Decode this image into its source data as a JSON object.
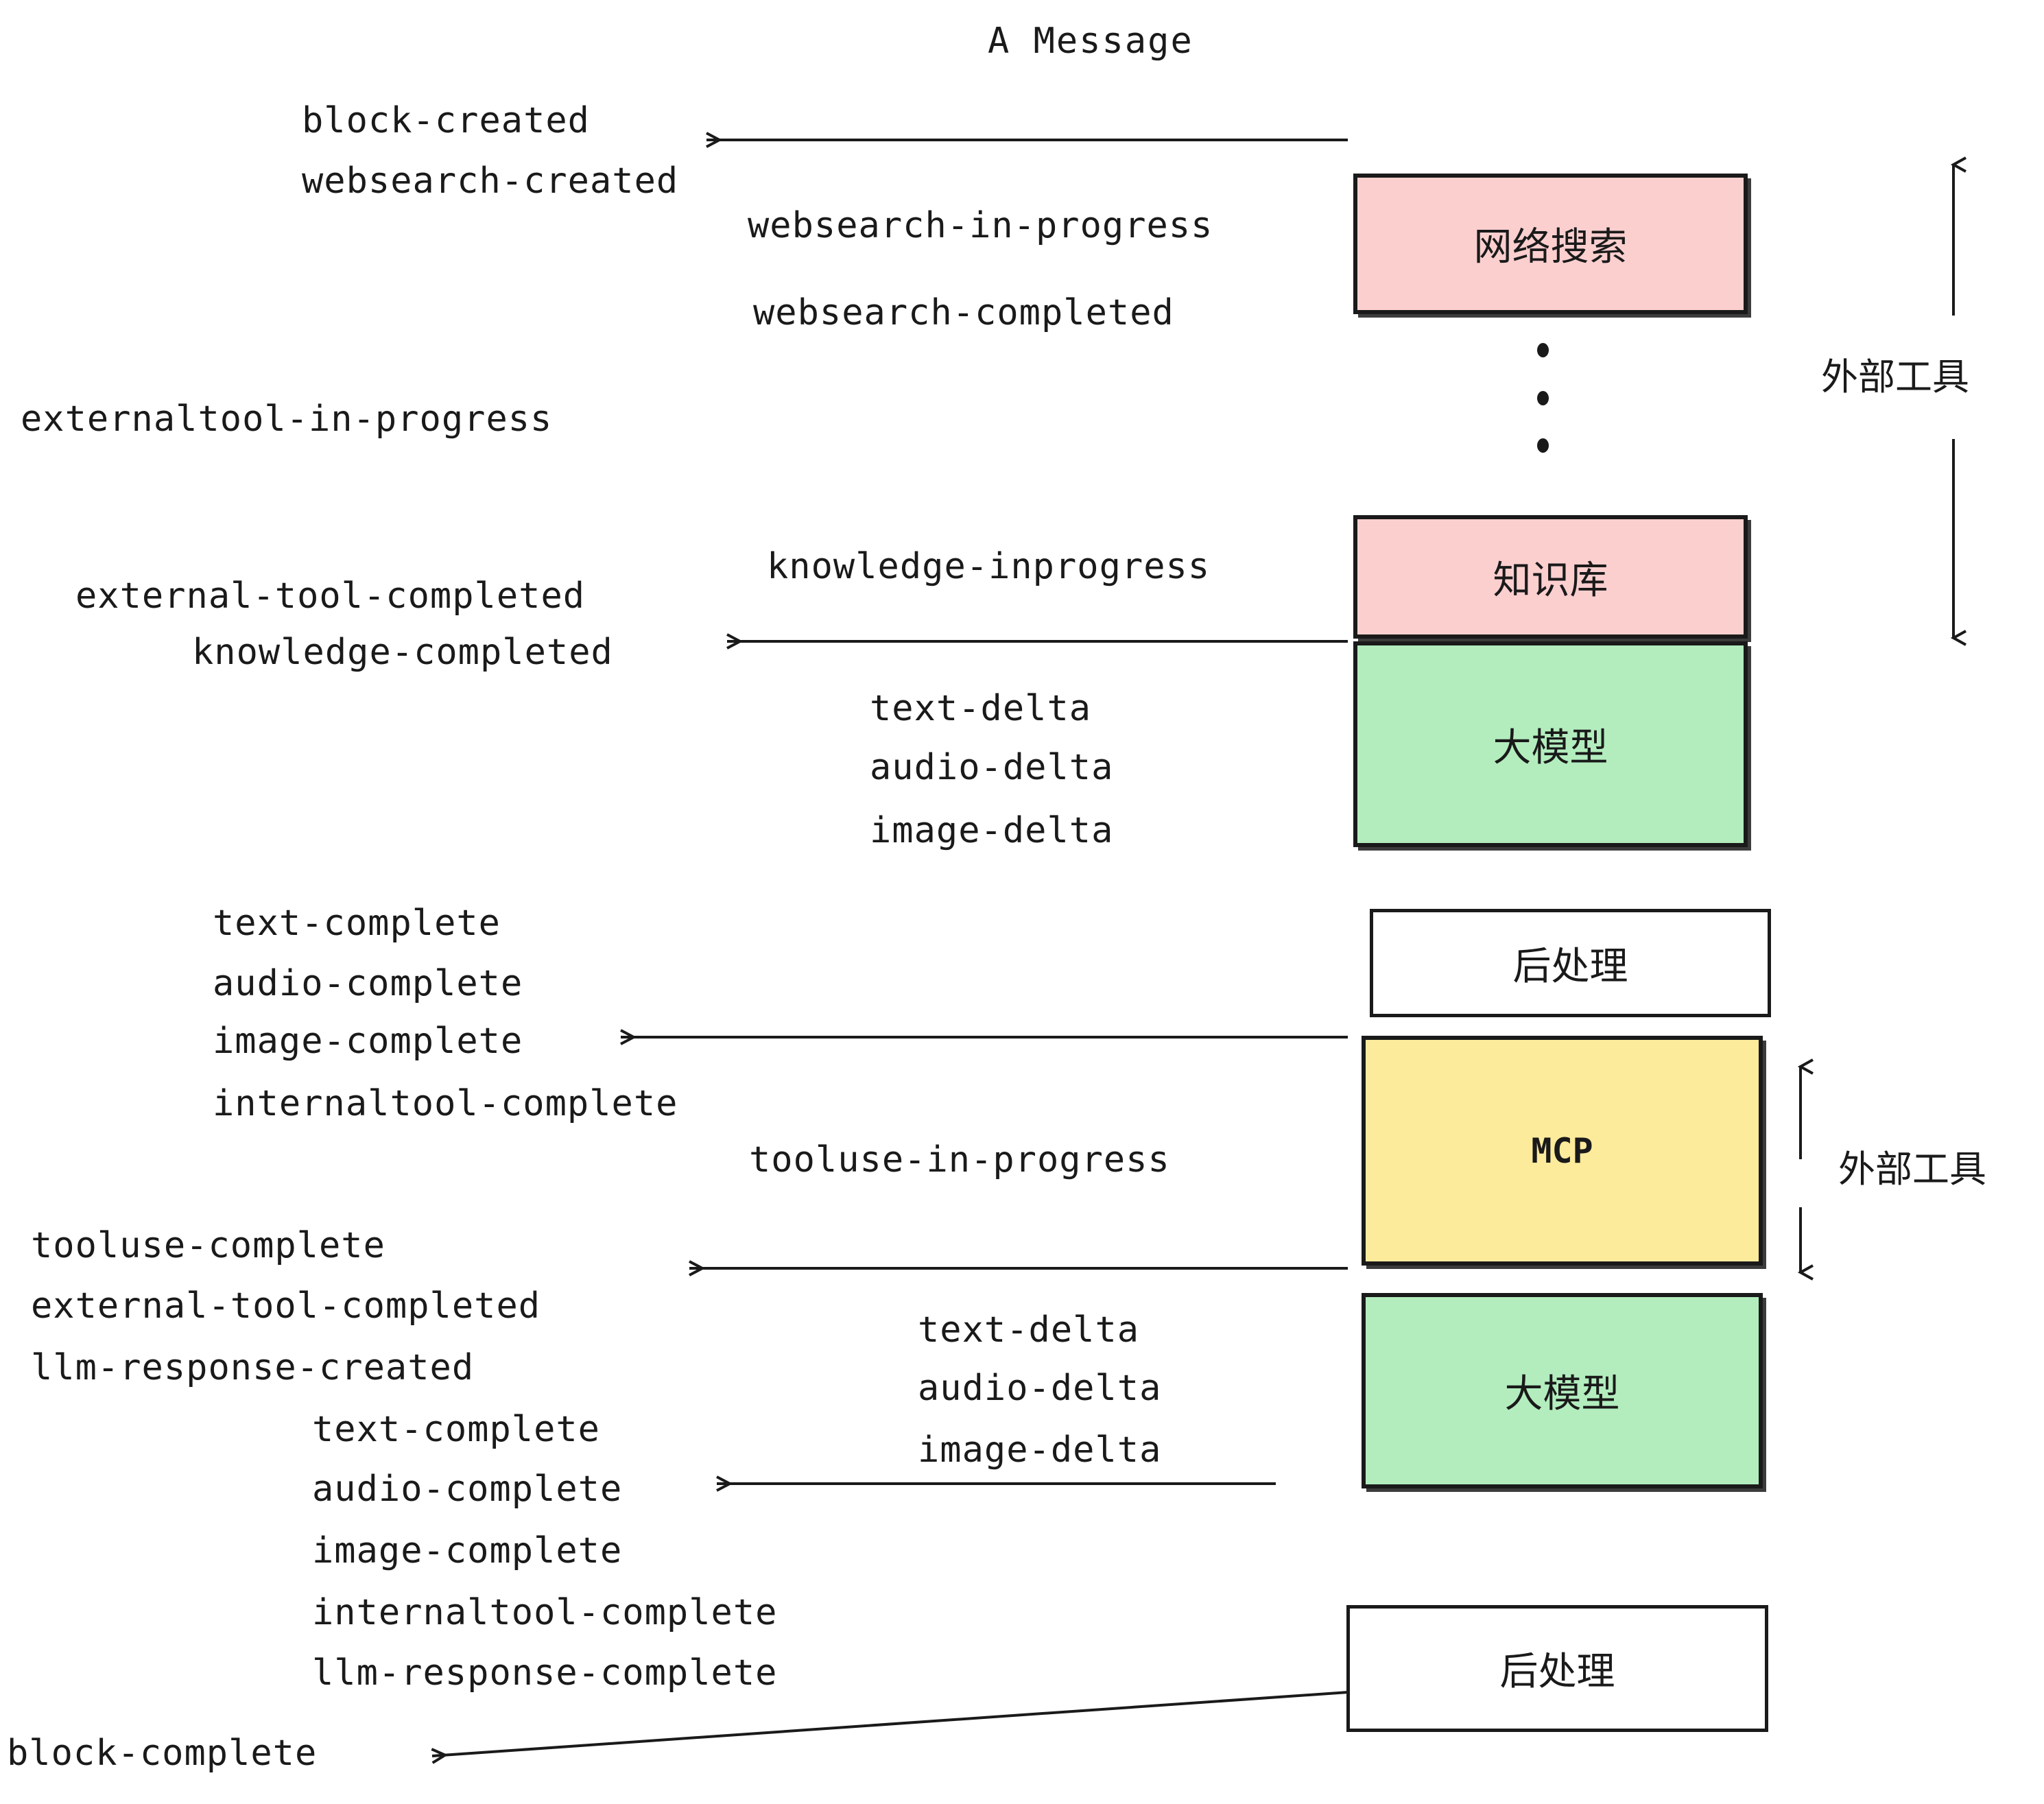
{
  "title": "A Message",
  "colors": {
    "pink": "#fccfcf",
    "green": "#b3edbe",
    "yellow": "#fdeb9c",
    "white": "#ffffff",
    "stroke": "#1a1a1a"
  },
  "boxes": [
    {
      "id": "websearch",
      "label": "网络搜索",
      "fill": "#fccfcf"
    },
    {
      "id": "knowledge",
      "label": "知识库",
      "fill": "#fccfcf"
    },
    {
      "id": "llm-upper",
      "label": "大模型",
      "fill": "#b3edbe"
    },
    {
      "id": "postprocess-upper",
      "label": "后处理",
      "fill": "#ffffff"
    },
    {
      "id": "mcp",
      "label": "MCP",
      "fill": "#fdeb9c"
    },
    {
      "id": "llm-lower",
      "label": "大模型",
      "fill": "#b3edbe"
    },
    {
      "id": "postprocess-lower",
      "label": "后处理",
      "fill": "#ffffff"
    }
  ],
  "side_labels": {
    "external_tools_upper": "外部工具",
    "external_tools_lower": "外部工具"
  },
  "events": {
    "block_created": "block-created",
    "websearch_created": "websearch-created",
    "websearch_in_progress": "websearch-in-progress",
    "websearch_completed": "websearch-completed",
    "externaltool_in_progress": "externaltool-in-progress",
    "knowledge_inprogress": "knowledge-inprogress",
    "external_tool_completed_1": "external-tool-completed",
    "knowledge_completed": "knowledge-completed",
    "text_delta_1": "text-delta",
    "audio_delta_1": "audio-delta",
    "image_delta_1": "image-delta",
    "text_complete_1": "text-complete",
    "audio_complete_1": "audio-complete",
    "image_complete_1": "image-complete",
    "internaltool_complete_1": "internaltool-complete",
    "tooluse_in_progress": "tooluse-in-progress",
    "tooluse_complete": "tooluse-complete",
    "external_tool_completed_2": "external-tool-completed",
    "llm_response_created": "llm-response-created",
    "text_delta_2": "text-delta",
    "audio_delta_2": "audio-delta",
    "image_delta_2": "image-delta",
    "text_complete_2": "text-complete",
    "audio_complete_2": "audio-complete",
    "image_complete_2": "image-complete",
    "internaltool_complete_2": "internaltool-complete",
    "llm_response_complete": "llm-response-complete",
    "block_complete": "block-complete"
  }
}
